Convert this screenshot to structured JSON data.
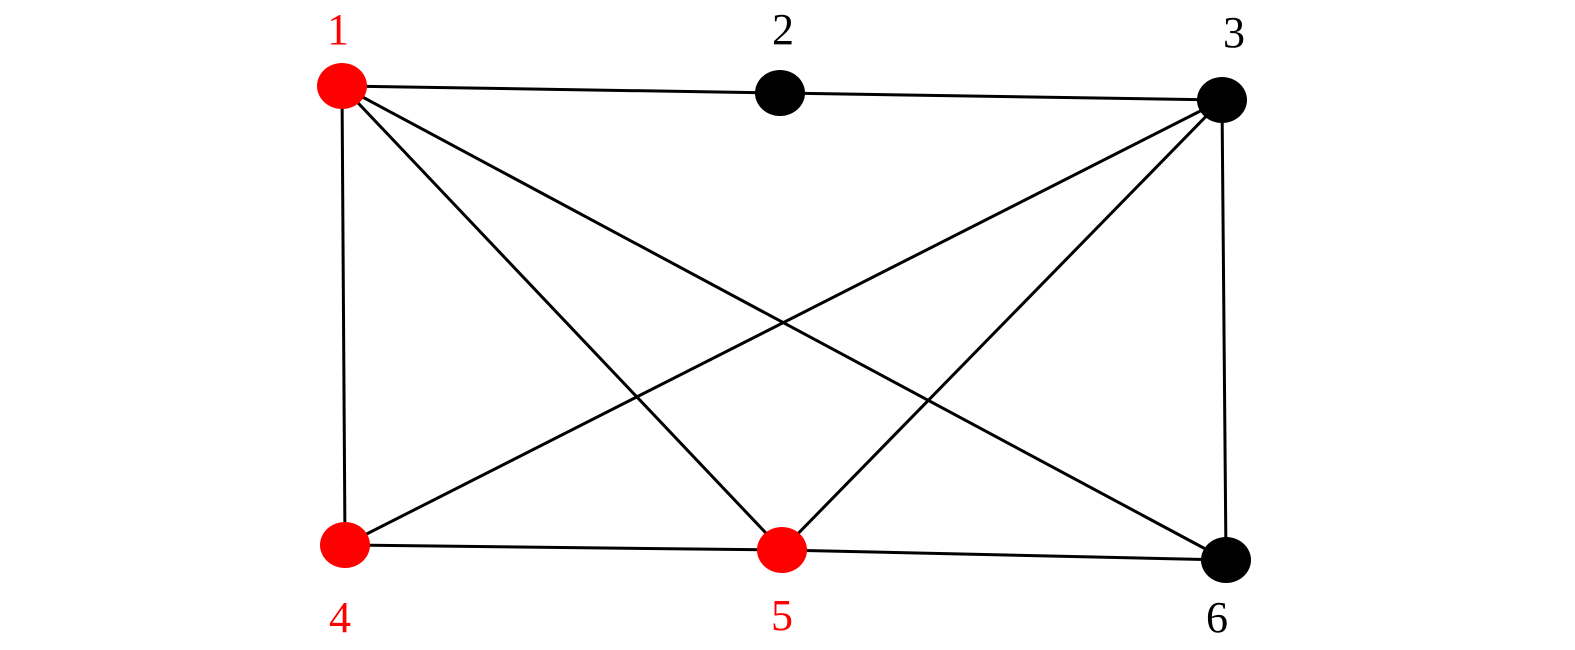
{
  "graph": {
    "colors": {
      "highlight": "#ff0000",
      "default": "#000000",
      "edge": "#000000"
    },
    "nodes": [
      {
        "id": "1",
        "label": "1",
        "highlighted": true
      },
      {
        "id": "2",
        "label": "2",
        "highlighted": false
      },
      {
        "id": "3",
        "label": "3",
        "highlighted": false
      },
      {
        "id": "4",
        "label": "4",
        "highlighted": true
      },
      {
        "id": "5",
        "label": "5",
        "highlighted": true
      },
      {
        "id": "6",
        "label": "6",
        "highlighted": false
      }
    ],
    "edges": [
      [
        "1",
        "2"
      ],
      [
        "2",
        "3"
      ],
      [
        "1",
        "4"
      ],
      [
        "1",
        "5"
      ],
      [
        "1",
        "6"
      ],
      [
        "3",
        "4"
      ],
      [
        "3",
        "5"
      ],
      [
        "3",
        "6"
      ],
      [
        "4",
        "5"
      ],
      [
        "5",
        "6"
      ]
    ]
  }
}
